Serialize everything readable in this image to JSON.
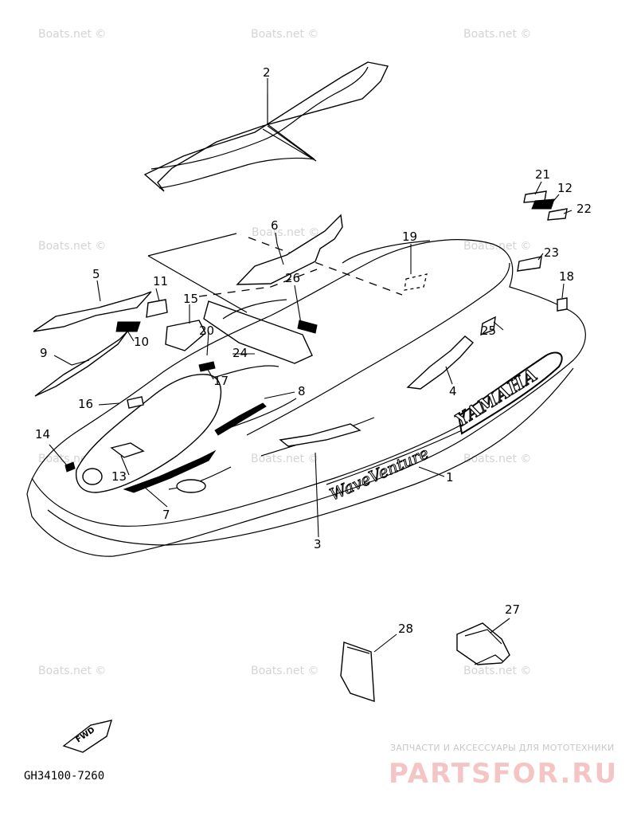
{
  "watermarks": [
    "Boats.net ©",
    "Boats.net ©",
    "Boats.net ©",
    "Boats.net ©",
    "Boats.net ©",
    "Boats.net ©",
    "Boats.net ©",
    "Boats.net ©",
    "Boats.net ©",
    "Boats.net ©",
    "Boats.net ©",
    "Boats.net ©"
  ],
  "callouts": {
    "c1": "1",
    "c2": "2",
    "c3": "3",
    "c4": "4",
    "c5": "5",
    "c6": "6",
    "c7": "7",
    "c8": "8",
    "c9": "9",
    "c10": "10",
    "c11": "11",
    "c12": "12",
    "c13": "13",
    "c14": "14",
    "c15": "15",
    "c16": "16",
    "c17": "17",
    "c18": "18",
    "c19": "19",
    "c20": "20",
    "c21": "21",
    "c22": "22",
    "c23": "23",
    "c24": "24",
    "c25": "25",
    "c26": "26",
    "c27": "27",
    "c28": "28"
  },
  "hull_brand_text": "YAMAHA",
  "hull_model_text": "WaveVenture",
  "fwd_label": "FWD",
  "drawing_code": "GH34100-7260",
  "ad_tagline": "ЗАПЧАСТИ И АКСЕССУАРЫ ДЛЯ МОТОТЕХНИКИ",
  "ad_logo_text": "PARTSFOR.RU"
}
